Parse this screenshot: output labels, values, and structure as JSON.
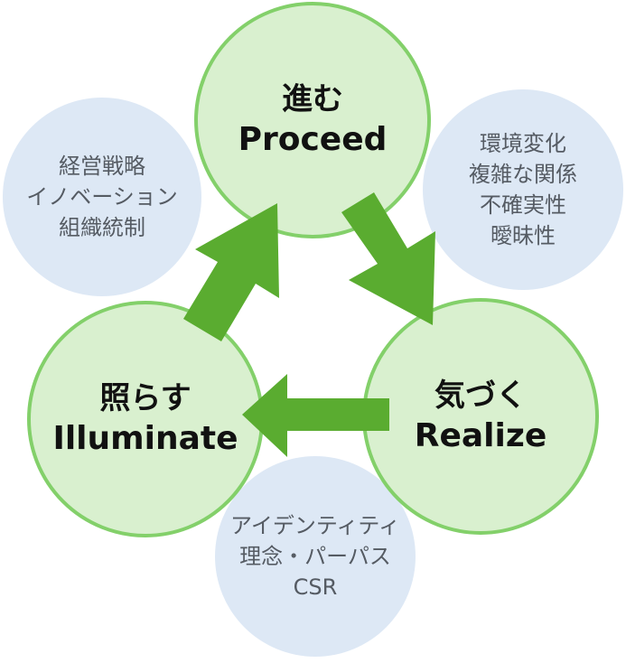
{
  "cycle": {
    "proceed": {
      "jp": "進む",
      "en": "Proceed"
    },
    "realize": {
      "jp": "気づく",
      "en": "Realize"
    },
    "illuminate": {
      "jp": "照らす",
      "en": "Illuminate"
    }
  },
  "notes": {
    "left_top": [
      "経営戦略",
      "イノベーション",
      "組織統制"
    ],
    "right_top": [
      "環境変化",
      "複雑な関係",
      "不確実性",
      "曖昧性"
    ],
    "bottom": [
      "アイデンティティ",
      "理念・パーパス",
      "CSR"
    ]
  },
  "colors": {
    "green_fill": "#d9f0cf",
    "green_border": "#83d06a",
    "arrow": "#5aac30",
    "blue_fill": "#dde8f5"
  }
}
